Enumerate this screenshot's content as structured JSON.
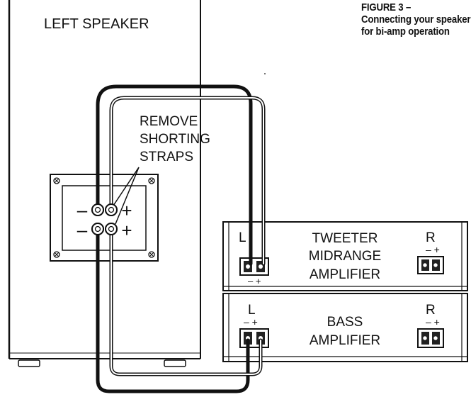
{
  "figure": {
    "caption_line1": "FIGURE 3 –",
    "caption_line2": "Connecting your speaker",
    "caption_line3": "for bi-amp operation"
  },
  "speaker": {
    "label": "LEFT SPEAKER",
    "upper_minus": "–",
    "upper_plus": "+",
    "lower_minus": "–",
    "lower_plus": "+"
  },
  "callout": {
    "line1": "REMOVE",
    "line2": "SHORTING",
    "line3": "STRAPS"
  },
  "tweeter_amp": {
    "left_label": "L",
    "right_label": "R",
    "left_polarity": "– +",
    "right_polarity": "– +",
    "name_line1": "TWEETER",
    "name_line2": "MIDRANGE",
    "name_line3": "AMPLIFIER"
  },
  "bass_amp": {
    "left_label": "L",
    "right_label": "R",
    "left_polarity": "– +",
    "right_polarity": "– +",
    "name_line1": "BASS",
    "name_line2": "AMPLIFIER"
  },
  "colors": {
    "ink": "#111111",
    "background": "#ffffff",
    "terminal_fill": "#222222"
  }
}
